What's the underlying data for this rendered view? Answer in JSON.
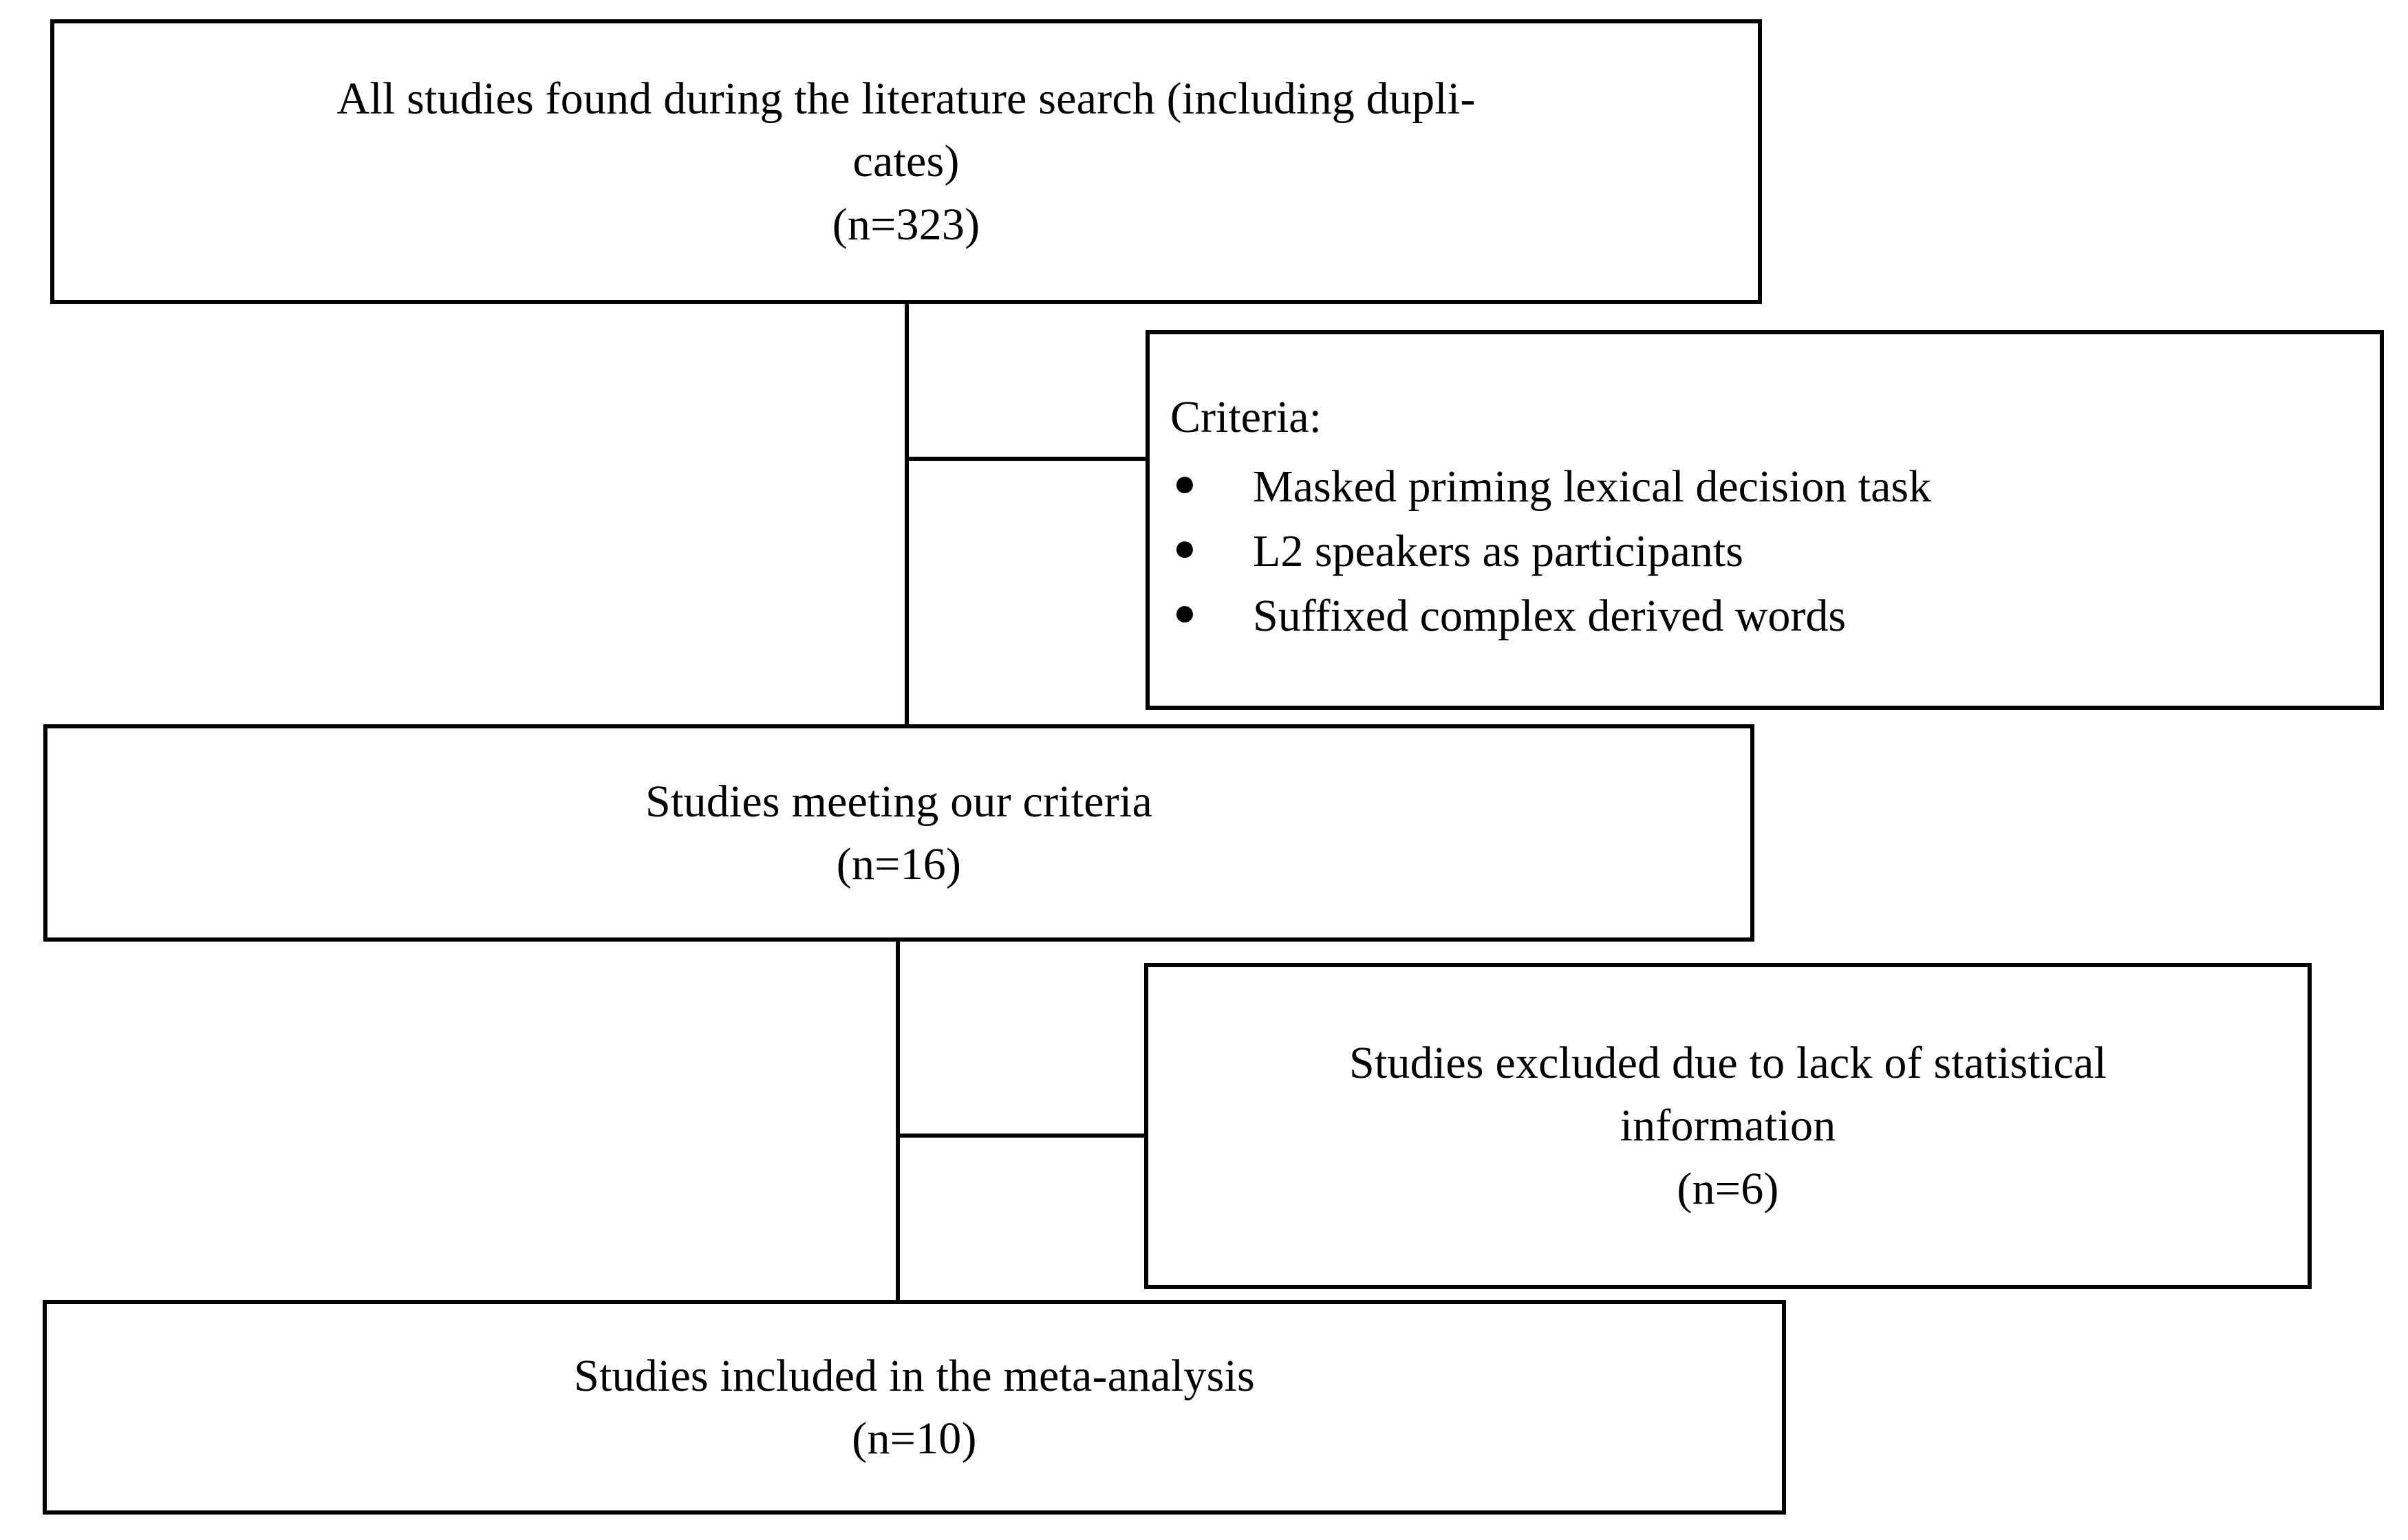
{
  "diagram": {
    "title": "PRISMA-style study selection flowchart",
    "line_color": "#000000",
    "background_color": "#ffffff",
    "text_color": "#000000",
    "nodes": {
      "found": {
        "line1": "All studies found during the literature search (including dupli-",
        "line2": "cates)",
        "line3": "(n=323)",
        "count": "323"
      },
      "criteria": {
        "heading": "Criteria:",
        "bullet_glyph": "●",
        "items": [
          "Masked priming lexical decision task",
          "L2 speakers as participants",
          "Suffixed complex derived words"
        ]
      },
      "meeting": {
        "line1": "Studies meeting our criteria",
        "line2": "(n=16)",
        "count": "16"
      },
      "excluded": {
        "line1": "Studies excluded due to lack of statistical",
        "line2": "information",
        "line3": "(n=6)",
        "count": "6"
      },
      "included": {
        "line1": "Studies included in the meta-analysis",
        "line2": "(n=10)",
        "count": "10"
      }
    }
  }
}
